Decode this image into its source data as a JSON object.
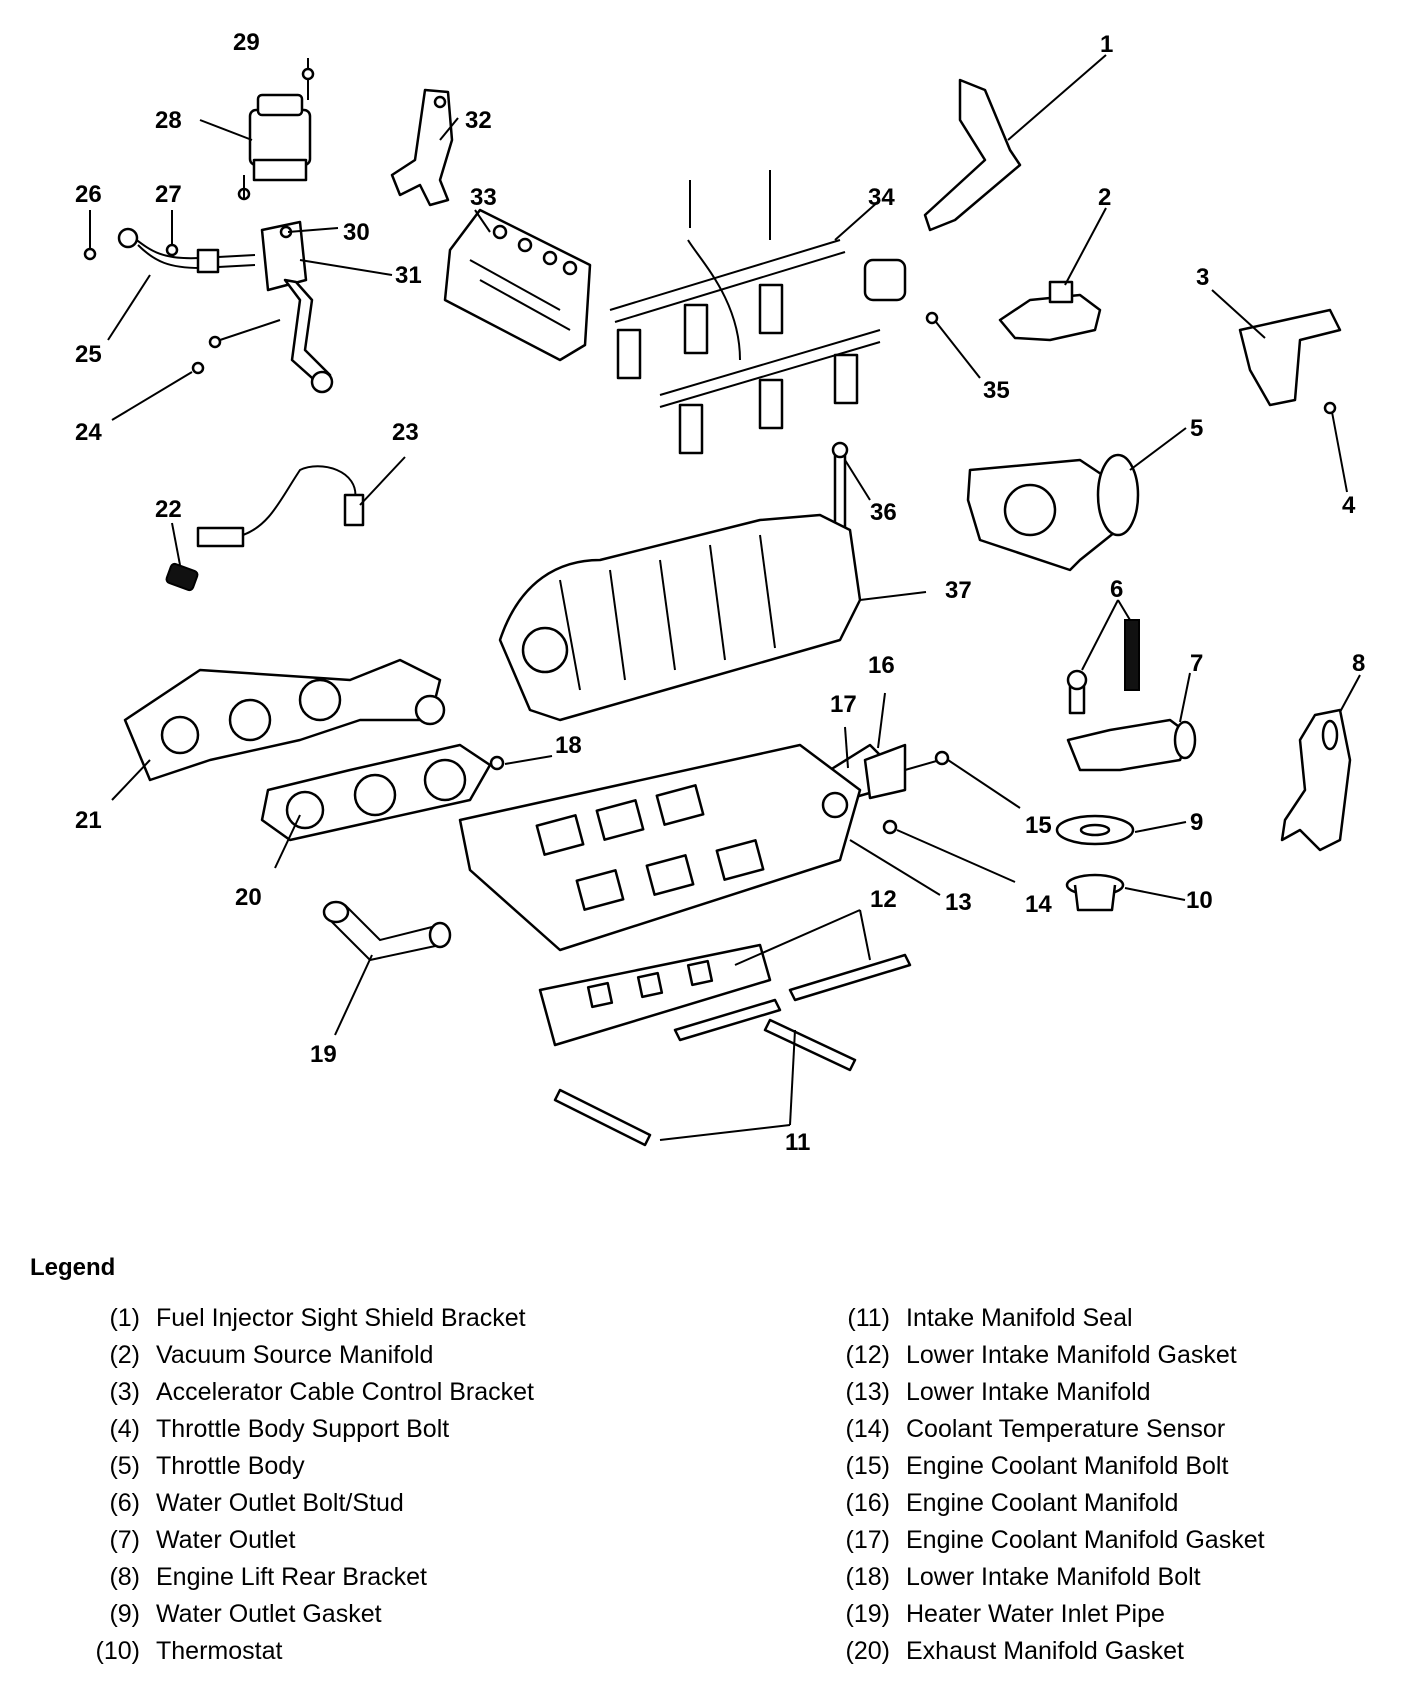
{
  "callouts": [
    "1",
    "2",
    "3",
    "4",
    "5",
    "6",
    "7",
    "8",
    "9",
    "10",
    "11",
    "12",
    "13",
    "14",
    "15",
    "16",
    "17",
    "18",
    "19",
    "20",
    "21",
    "22",
    "23",
    "24",
    "25",
    "26",
    "27",
    "28",
    "29",
    "30",
    "31",
    "32",
    "33",
    "34",
    "35",
    "36",
    "37"
  ],
  "legend": {
    "title": "Legend",
    "left": [
      {
        "num": "(1)",
        "label": "Fuel Injector Sight Shield Bracket"
      },
      {
        "num": "(2)",
        "label": "Vacuum Source Manifold"
      },
      {
        "num": "(3)",
        "label": "Accelerator Cable Control Bracket"
      },
      {
        "num": "(4)",
        "label": "Throttle Body Support Bolt"
      },
      {
        "num": "(5)",
        "label": "Throttle Body"
      },
      {
        "num": "(6)",
        "label": "Water Outlet Bolt/Stud"
      },
      {
        "num": "(7)",
        "label": "Water Outlet"
      },
      {
        "num": "(8)",
        "label": "Engine Lift Rear Bracket"
      },
      {
        "num": "(9)",
        "label": "Water Outlet Gasket"
      },
      {
        "num": "(10)",
        "label": "Thermostat"
      }
    ],
    "right": [
      {
        "num": "(11)",
        "label": "Intake Manifold Seal"
      },
      {
        "num": "(12)",
        "label": "Lower Intake Manifold Gasket"
      },
      {
        "num": "(13)",
        "label": "Lower Intake Manifold"
      },
      {
        "num": "(14)",
        "label": "Coolant Temperature Sensor"
      },
      {
        "num": "(15)",
        "label": "Engine Coolant Manifold Bolt"
      },
      {
        "num": "(16)",
        "label": "Engine Coolant Manifold"
      },
      {
        "num": "(17)",
        "label": "Engine Coolant Manifold Gasket"
      },
      {
        "num": "(18)",
        "label": "Lower Intake Manifold Bolt"
      },
      {
        "num": "(19)",
        "label": "Heater Water Inlet Pipe"
      },
      {
        "num": "(20)",
        "label": "Exhaust Manifold Gasket"
      }
    ]
  }
}
